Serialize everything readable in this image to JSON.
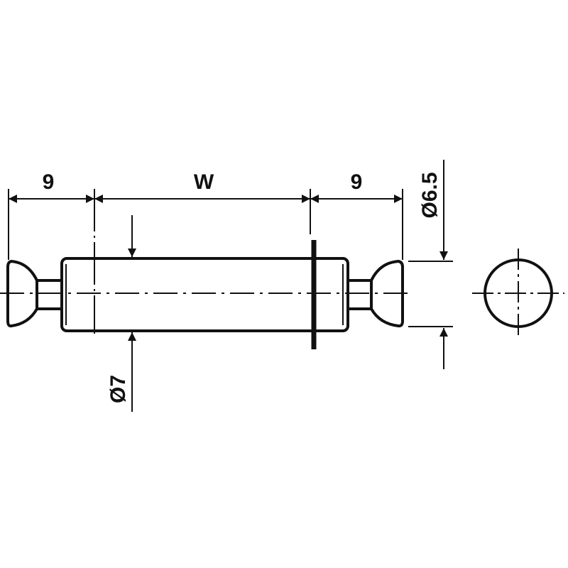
{
  "dimensions": {
    "left_end": "9",
    "width": "W",
    "right_end": "9",
    "pin_diameter": "Ø7",
    "end_diameter": "Ø6.5"
  },
  "colors": {
    "line": "#111111",
    "background": "#ffffff"
  }
}
